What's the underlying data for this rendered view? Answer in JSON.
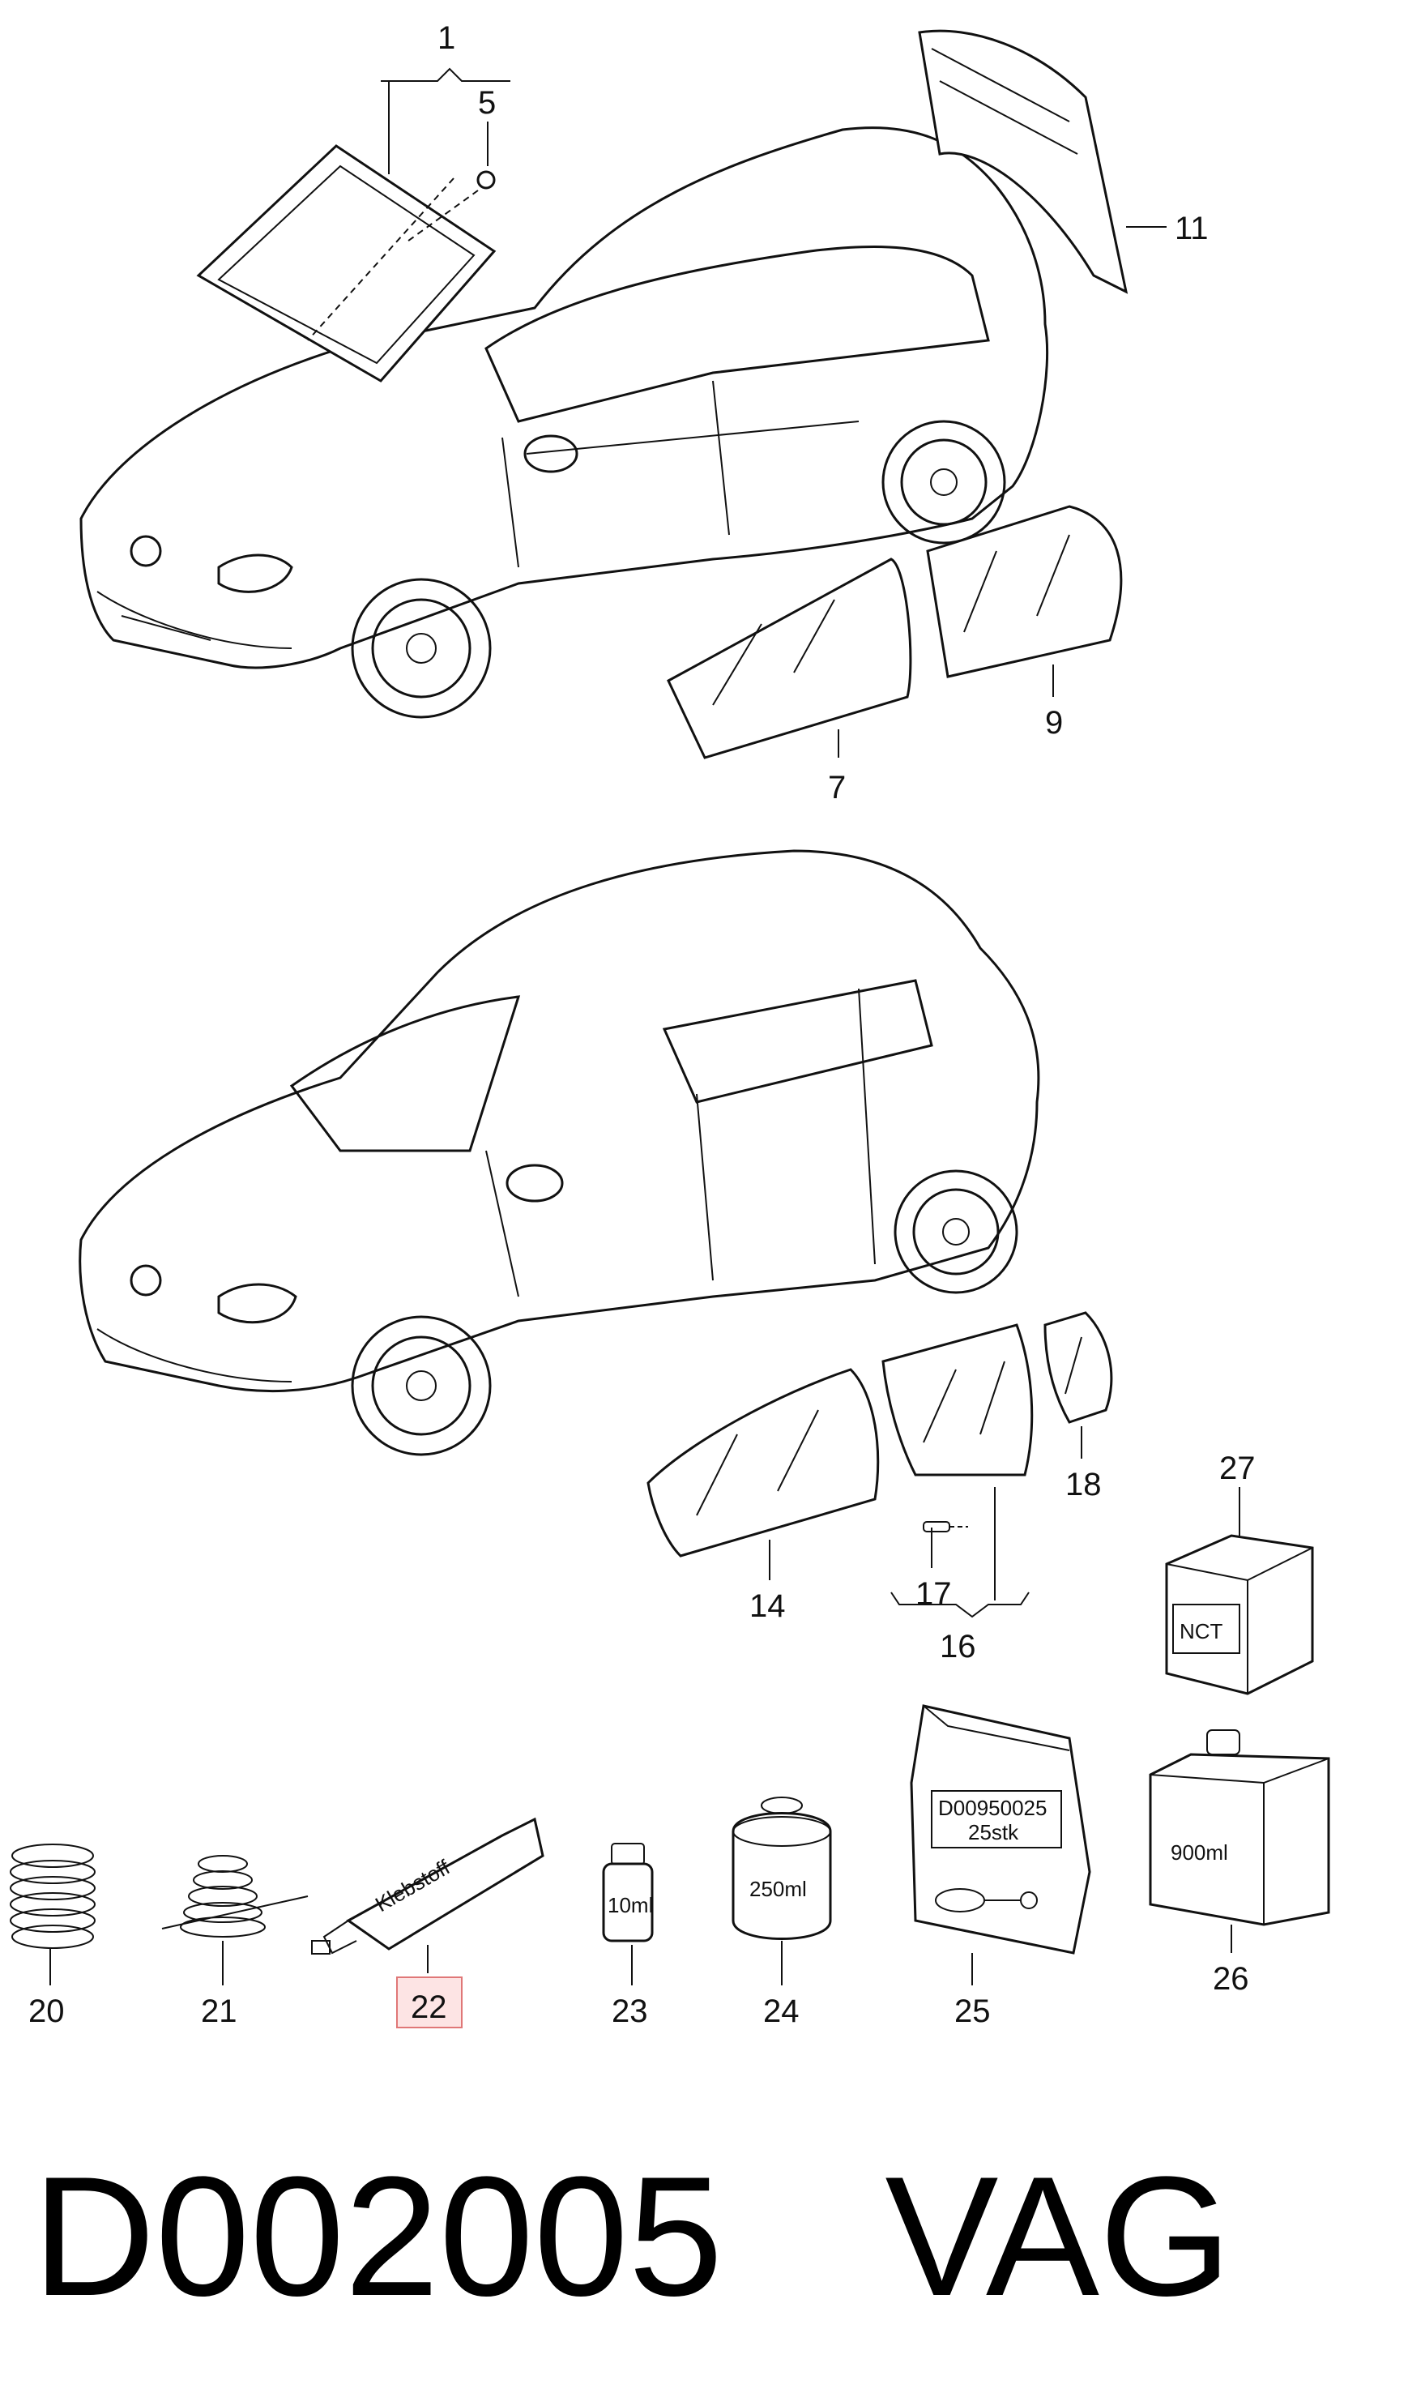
{
  "callouts": {
    "c1": "1",
    "c5": "5",
    "c11": "11",
    "c7": "7",
    "c9": "9",
    "c14": "14",
    "c16": "16",
    "c17": "17",
    "c18": "18",
    "c27": "27",
    "c20": "20",
    "c21": "21",
    "c22": "22",
    "c23": "23",
    "c24": "24",
    "c25": "25",
    "c26": "26"
  },
  "product_labels": {
    "tube": "Klebstoff",
    "bottle_small": "10ml",
    "can": "250ml",
    "bag_line1": "D00950025",
    "bag_line2": "25stk",
    "canister": "900ml",
    "box": "NCT"
  },
  "highlighted_callout": "22",
  "colors": {
    "highlight_fill": "#fde4e4",
    "highlight_border": "#e07777"
  },
  "footer": {
    "part_code": "D002005",
    "brand": "VAG"
  }
}
